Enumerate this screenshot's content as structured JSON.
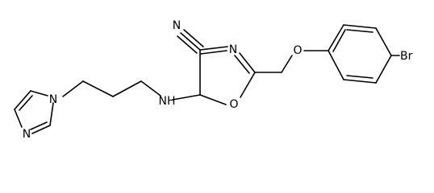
{
  "molecule": {
    "atom_labels": {
      "nitrile_n": "N",
      "oxazole_n": "N",
      "oxazole_o": "O",
      "ether_o": "O",
      "amine_nh": "NH",
      "bromine": "Br",
      "imidazole_n1": "N",
      "imidazole_n3": "N"
    }
  },
  "colors": {
    "bond": "#000000",
    "label": "#000000",
    "background": "#ffffff"
  }
}
